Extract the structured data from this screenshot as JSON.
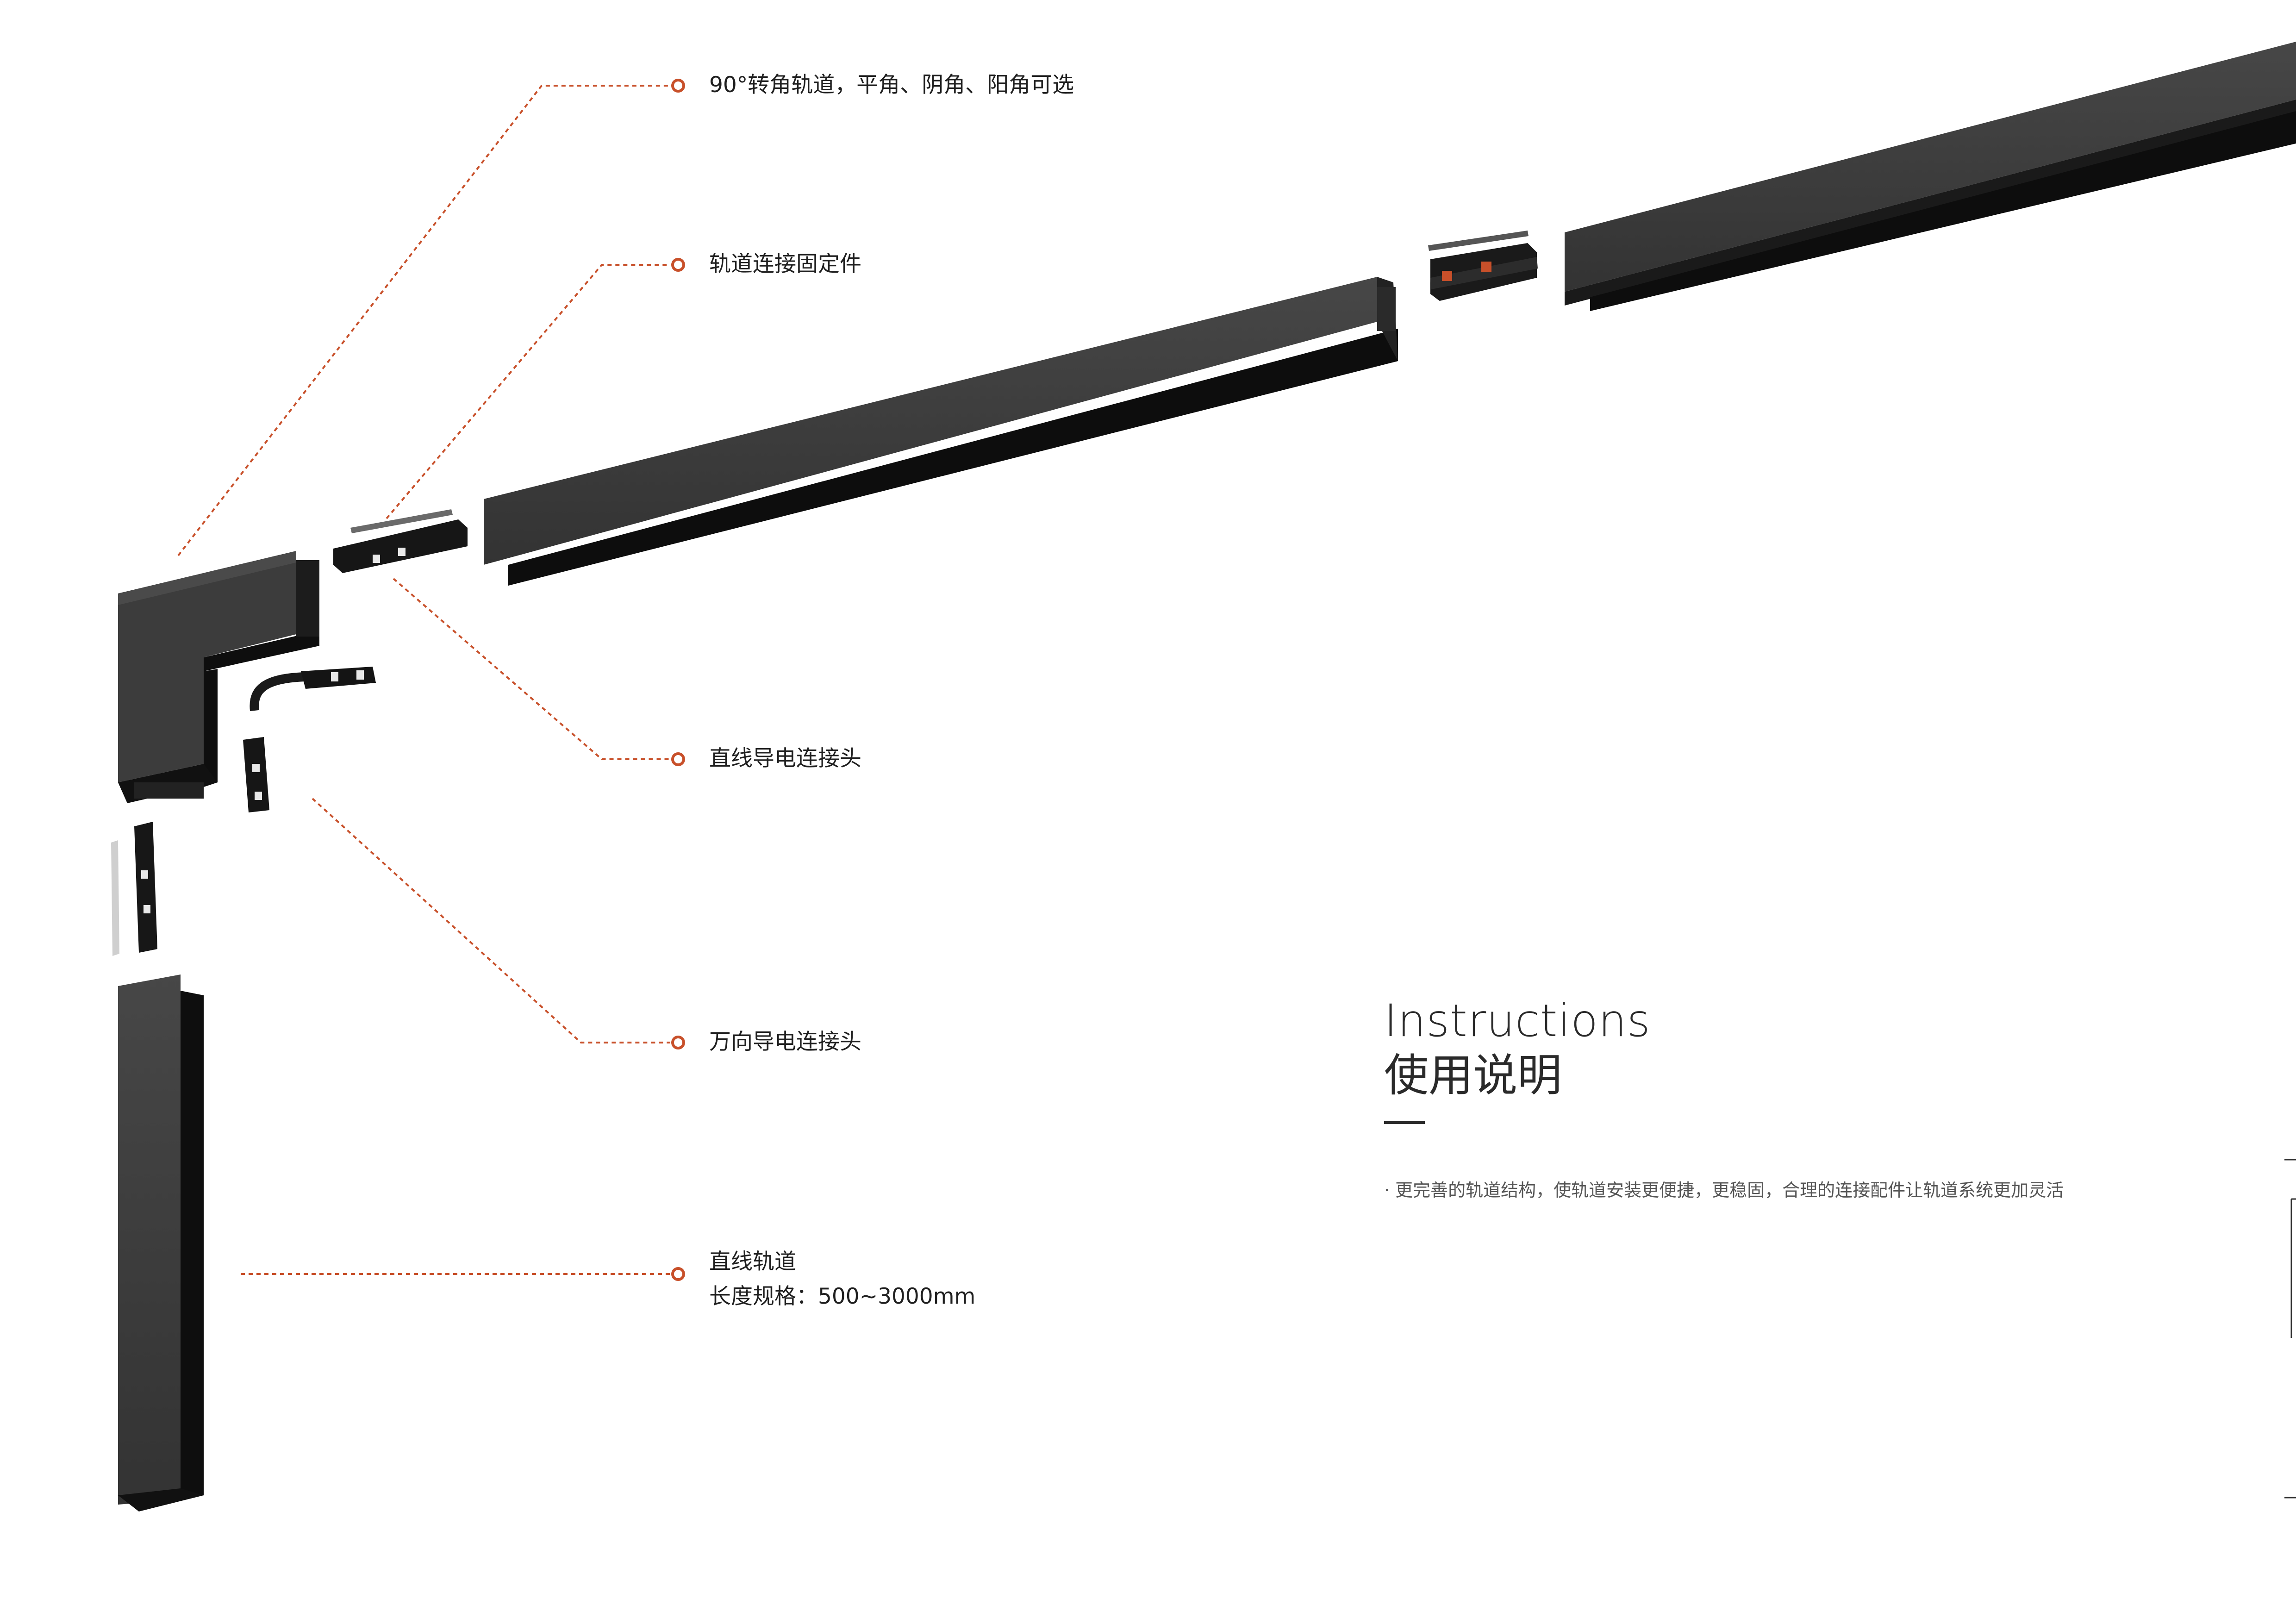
{
  "callouts": {
    "corner_track": "90°转角轨道，平角、阴角、阳角可选",
    "track_fixing": "轨道连接固定件",
    "straight_connector": "直线导电连接头",
    "universal_connector": "万向导电连接头",
    "straight_track_title": "直线轨道",
    "straight_track_length": "长度规格：500~3000mm"
  },
  "instructions": {
    "title_en": "Instructions",
    "title_cn": "使用说明",
    "description": "· 更完善的轨道结构，使轨道安装更便捷，更稳固，合理的连接配件让轨道系统更加灵活"
  },
  "colors": {
    "accent": "#c8502a",
    "track_face": "#3c3c3c",
    "track_dark": "#111111",
    "text": "#1f1f1f"
  },
  "icons": {
    "callout_marker": "ring-dot-icon"
  }
}
